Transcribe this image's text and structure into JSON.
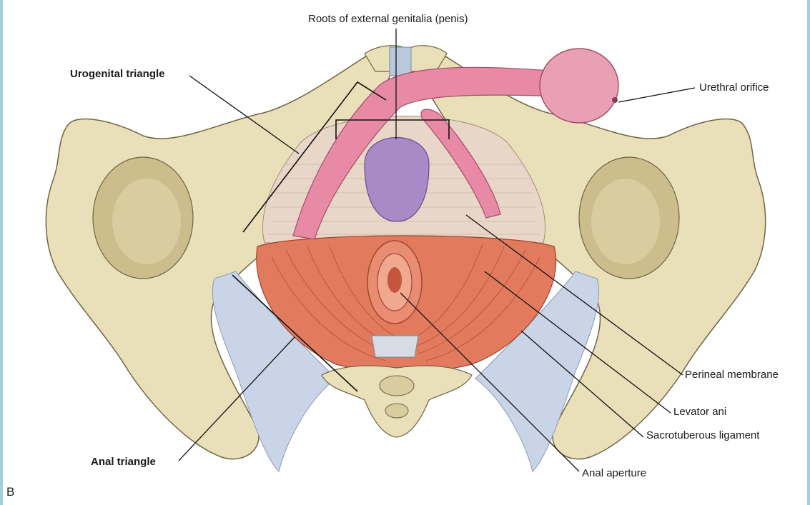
{
  "figure": {
    "panel_letter": "B",
    "colors": {
      "bone": "#e9dfb8",
      "bone_shadow": "#cbbd8c",
      "bone_outline": "#6f6546",
      "muscle": "#e27b5e",
      "muscle_line": "#b9523b",
      "membrane": "#e8d6c8",
      "ligament": "#c9d5e6",
      "penis": "#e88aa6",
      "glans": "#e9a0b4",
      "bulb": "#a98ac7",
      "leader": "#111111"
    }
  },
  "labels": {
    "roots": "Roots of external genitalia (penis)",
    "urogenital": "Urogenital triangle",
    "urethral": "Urethral orifice",
    "perineal": "Perineal membrane",
    "levator": "Levator ani",
    "sacro": "Sacrotuberous ligament",
    "anal_aperture": "Anal aperture",
    "anal_triangle": "Anal triangle"
  }
}
